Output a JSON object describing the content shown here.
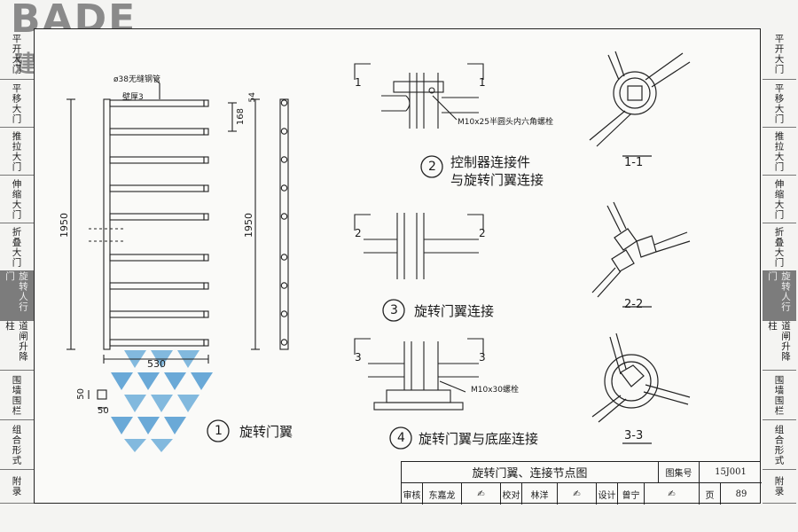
{
  "logo": {
    "brand": "BADE",
    "tagline": "建装基地"
  },
  "left_tabs": [
    "平开大门",
    "平移大门",
    "推拉大门",
    "伸缩大门",
    "折叠大门",
    "旋转人行门",
    "道闸升降柱",
    "围墙围栏",
    "组合形式",
    "附录"
  ],
  "right_tabs": [
    "平开大门",
    "平移大门",
    "推拉大门",
    "伸缩大门",
    "折叠大门",
    "旋转人行门",
    "道闸升降柱",
    "围墙围栏",
    "组合形式",
    "附录"
  ],
  "active_tab_index": 5,
  "wing": {
    "pipe_label": "ø38无缝钢管",
    "wall_label": "壁厚3",
    "dim_168": "168",
    "dim_54": "54",
    "dim_1950_a": "1950",
    "dim_1950_b": "1950",
    "dim_530": "530",
    "dim_50_a": "50",
    "dim_50_b": "50"
  },
  "details": {
    "d1_num": "1",
    "d1_title": "旋转门翼",
    "d2_num": "2",
    "d2_title_line1": "控制器连接件",
    "d2_title_line2": "与旋转门翼连接",
    "d3_num": "3",
    "d3_title": "旋转门翼连接",
    "d4_num": "4",
    "d4_title": "旋转门翼与底座连接",
    "bolt1": "M10x25半圆头内六角螺栓",
    "bolt2": "M10x30螺栓",
    "sec1_l": "1",
    "sec1_r": "1",
    "sec2_l": "2",
    "sec2_r": "2",
    "sec3_l": "3",
    "sec3_r": "3",
    "cut1": "1-1",
    "cut2": "2-2",
    "cut3": "3-3"
  },
  "title_block": {
    "title": "旋转门翼、连接节点图",
    "atlas_label": "图集号",
    "atlas_no": "15J001",
    "review_label": "审核",
    "reviewer": "东嘉龙",
    "check_label": "校对",
    "checker": "林洋",
    "design_label": "设计",
    "designer": "曾宁",
    "page_label": "页",
    "page_no": "89"
  }
}
